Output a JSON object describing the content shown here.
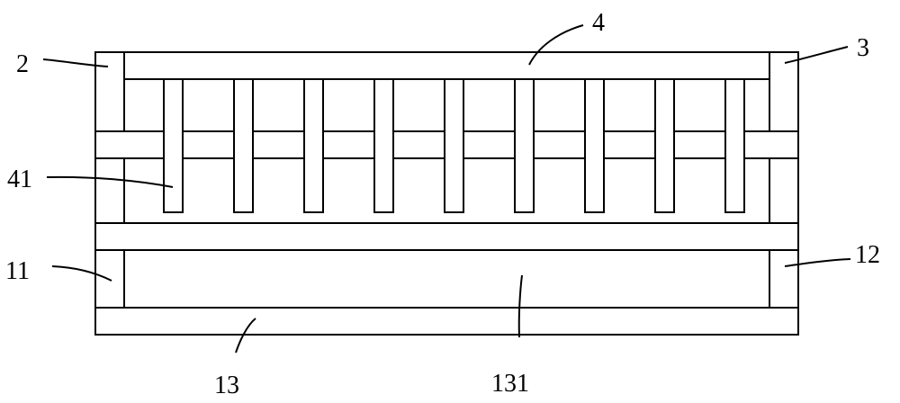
{
  "diagram": {
    "callouts": {
      "c2": "2",
      "c3": "3",
      "c4": "4",
      "c41": "41",
      "c11": "11",
      "c12": "12",
      "c13": "13",
      "c131": "131"
    }
  }
}
